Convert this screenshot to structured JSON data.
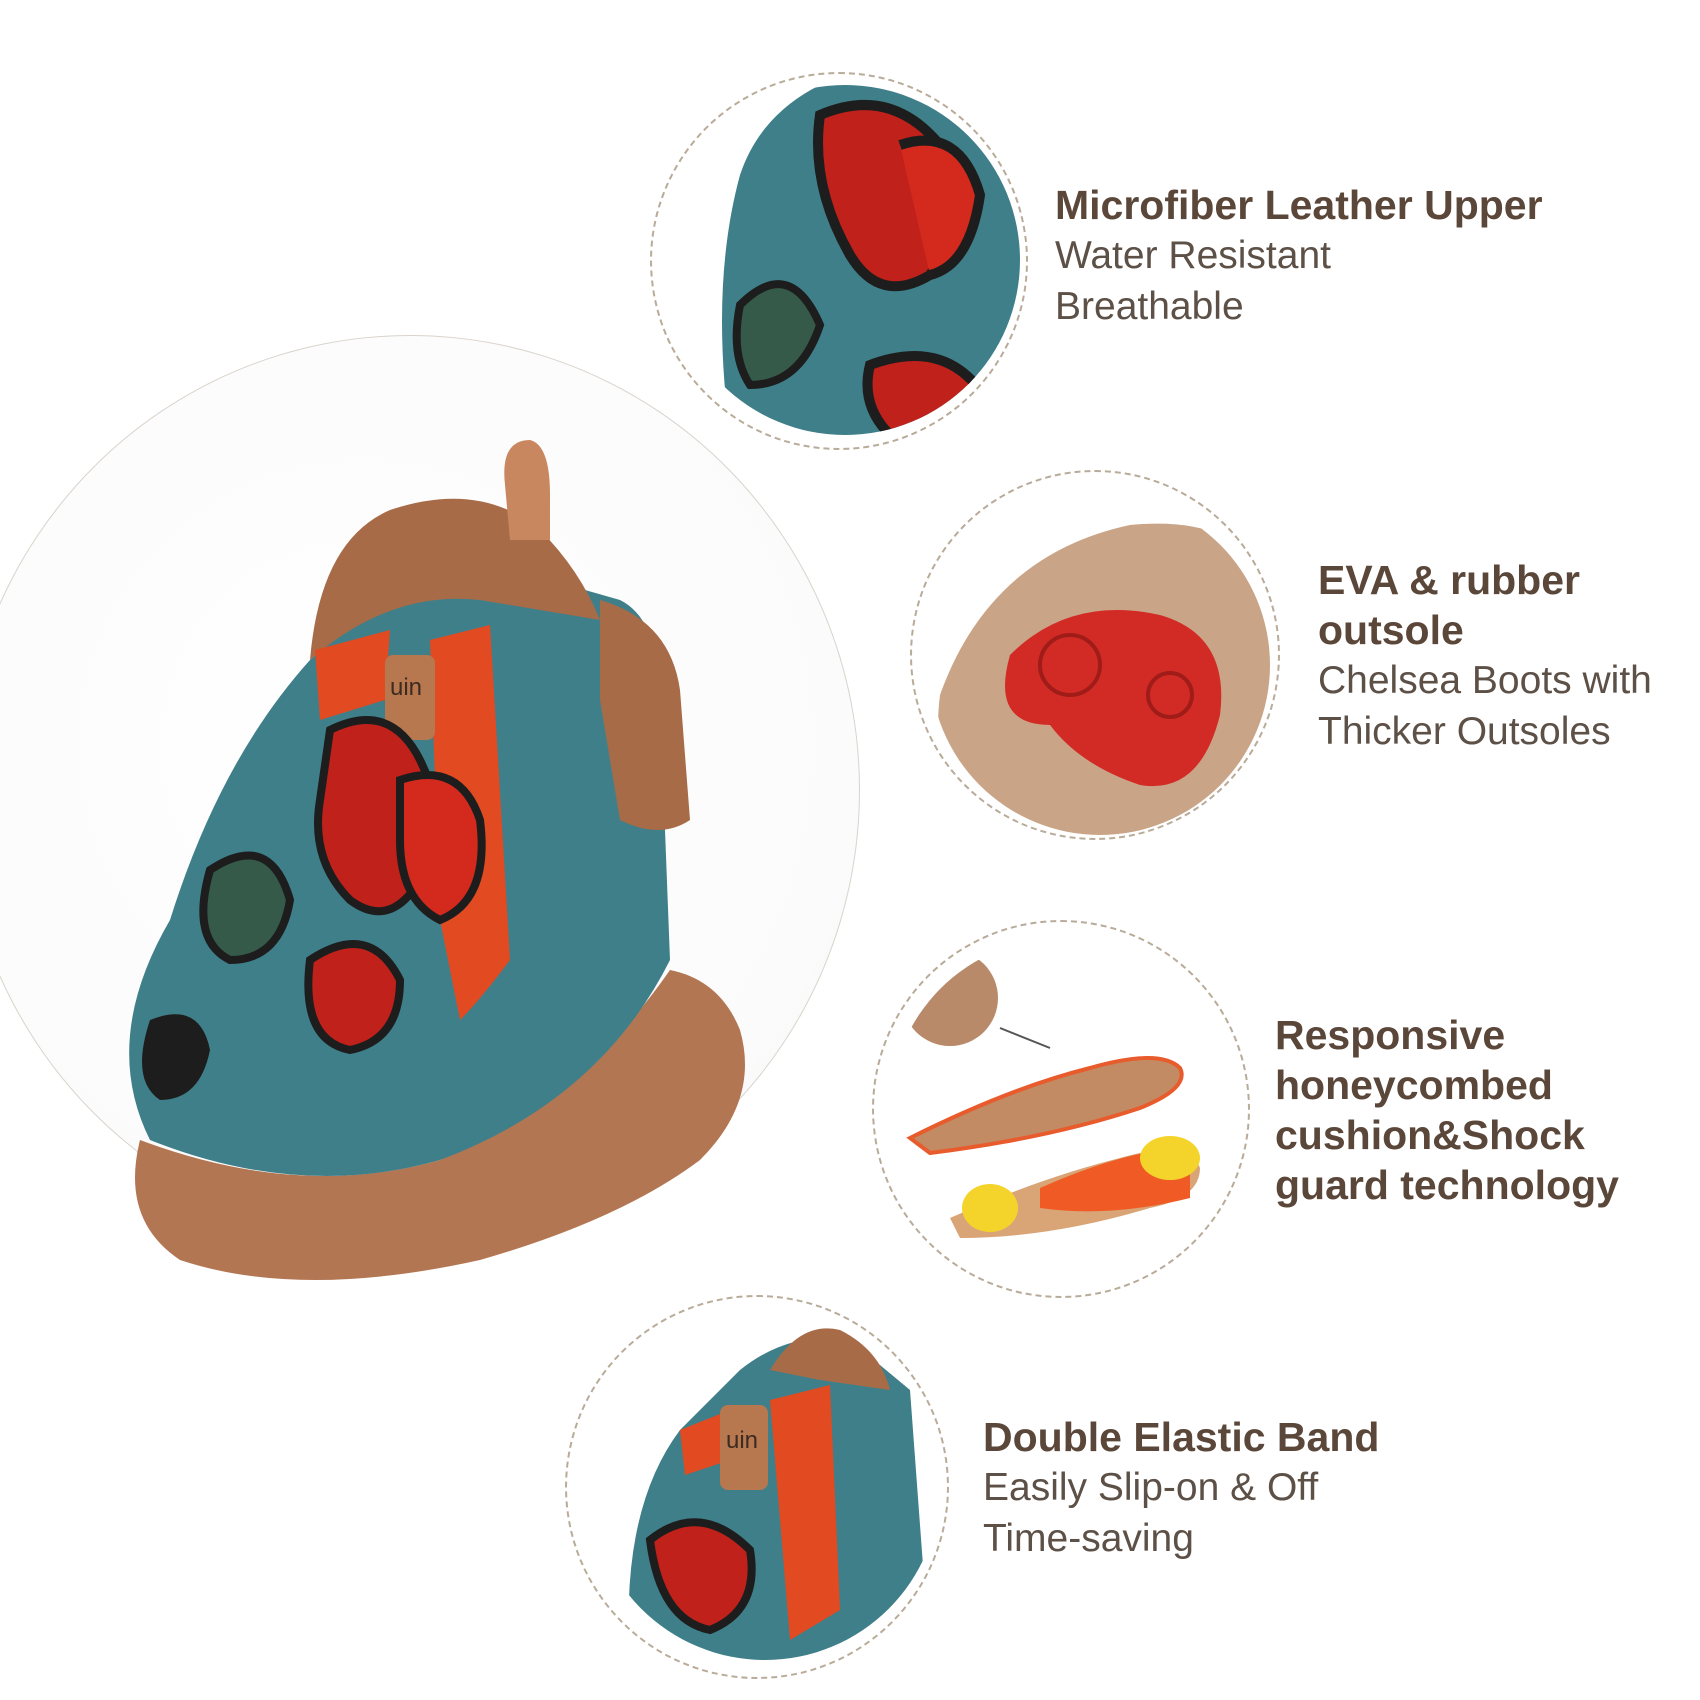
{
  "colors": {
    "title": "#5a473a",
    "body_text": "#5c5047",
    "dashed_ring": "#b9ab99",
    "shoe_teal": "#3f7f8a",
    "sole_brown": "#b37652",
    "elastic_orange": "#e24a22",
    "flower_red": "#c0211a"
  },
  "features": [
    {
      "title": "Microfiber Leather Upper",
      "lines": [
        "Water Resistant",
        "Breathable"
      ],
      "image": "teal-leather-flower-closeup"
    },
    {
      "title_lines": [
        "EVA & rubber",
        "outsole"
      ],
      "lines": [
        "Chelsea Boots with",
        "Thicker Outsoles"
      ],
      "image": "patterned-red-and-tan-outsole"
    },
    {
      "title_lines": [
        "Responsive",
        "honeycombed",
        "cushion&Shock",
        "guard technology"
      ],
      "lines": [],
      "image": "cushioned-insole-with-yellow-pads"
    },
    {
      "title": "Double Elastic Band",
      "lines": [
        "Easily Slip-on & Off",
        "Time-saving"
      ],
      "image": "boot-elastic-band-closeup"
    }
  ],
  "hero": {
    "image": "teal-floral-chelsea-boot",
    "tab_text": "uin"
  }
}
